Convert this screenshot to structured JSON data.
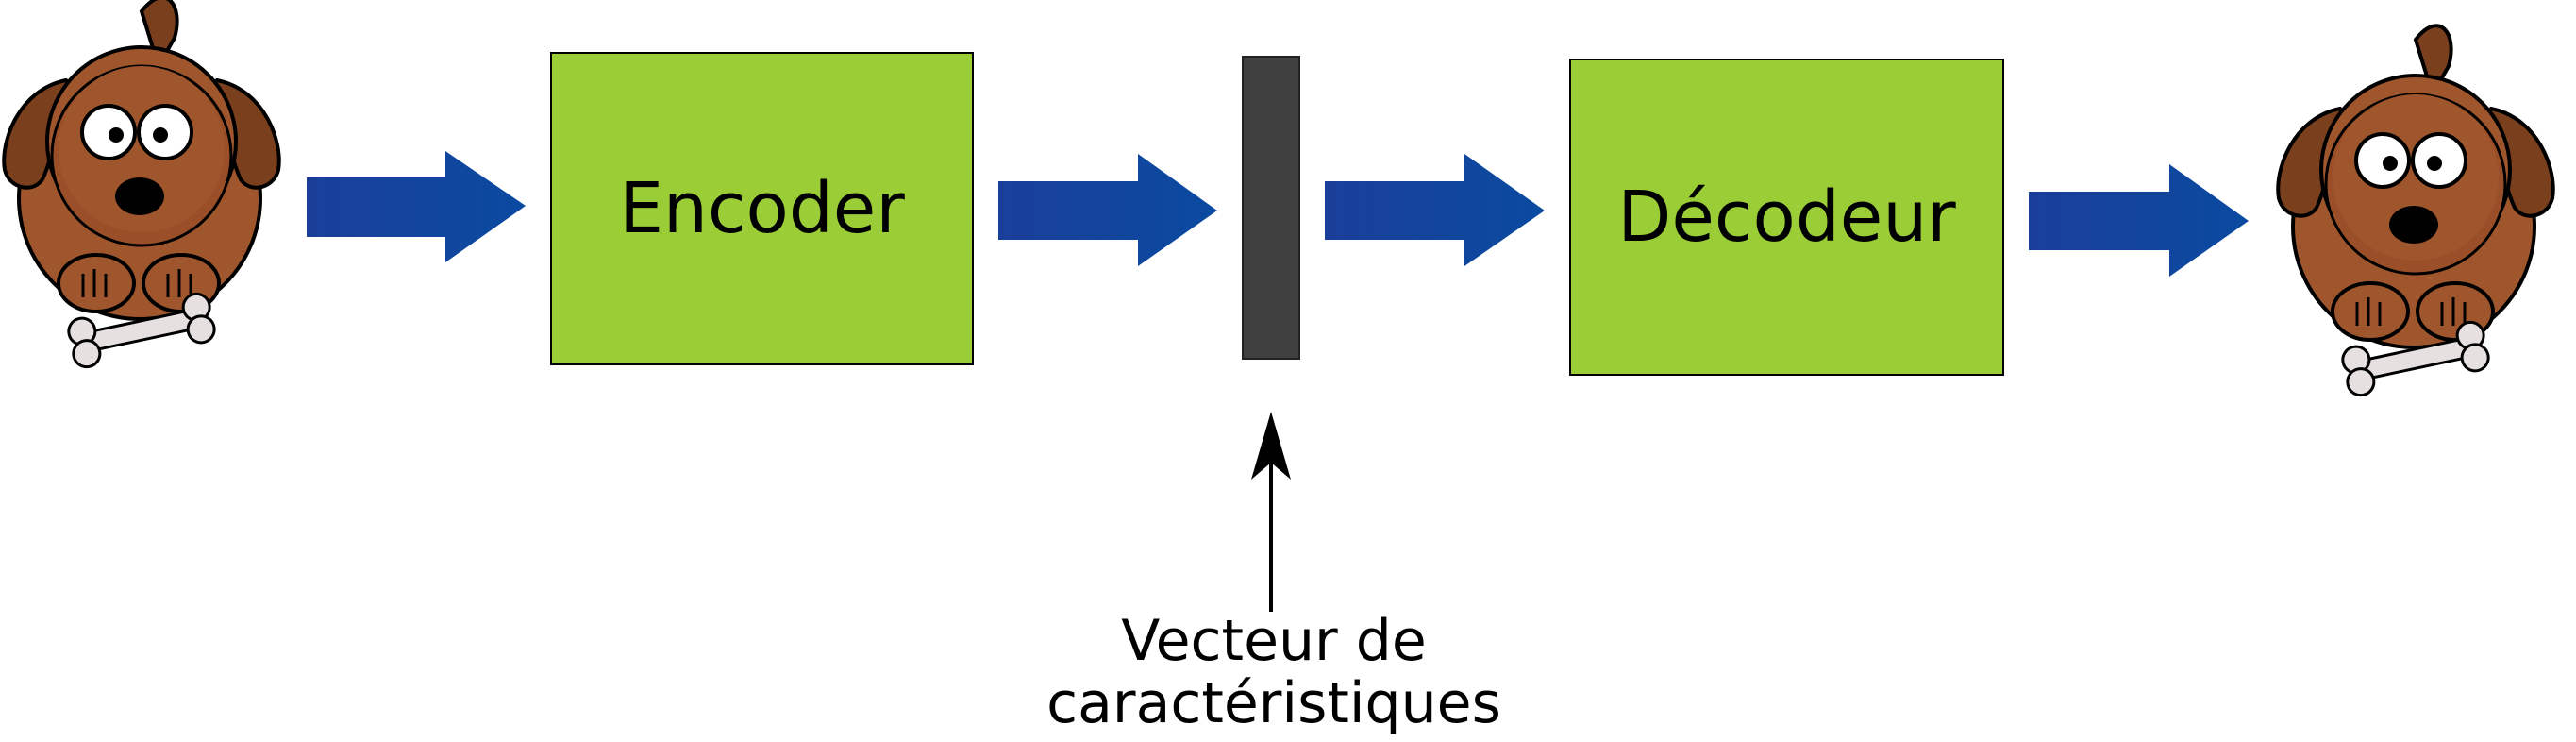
{
  "diagram": {
    "encoder_label": "Encoder",
    "decoder_label": "Décodeur",
    "feature_caption_line1": "Vecteur de",
    "feature_caption_line2": "caractéristiques"
  },
  "colors": {
    "block_fill": "#9acd36",
    "arrow_blue": "#0b4a9c",
    "bar_fill": "#404040",
    "dog_brown": "#a0522d",
    "dog_dark_brown": "#7a3f1d",
    "bone": "#e6e0e0"
  },
  "icons": {
    "input_image": "cartoon-dog-with-bone",
    "output_image": "cartoon-dog-with-bone",
    "flow_arrows": "right-arrow",
    "pointer": "up-arrow"
  }
}
